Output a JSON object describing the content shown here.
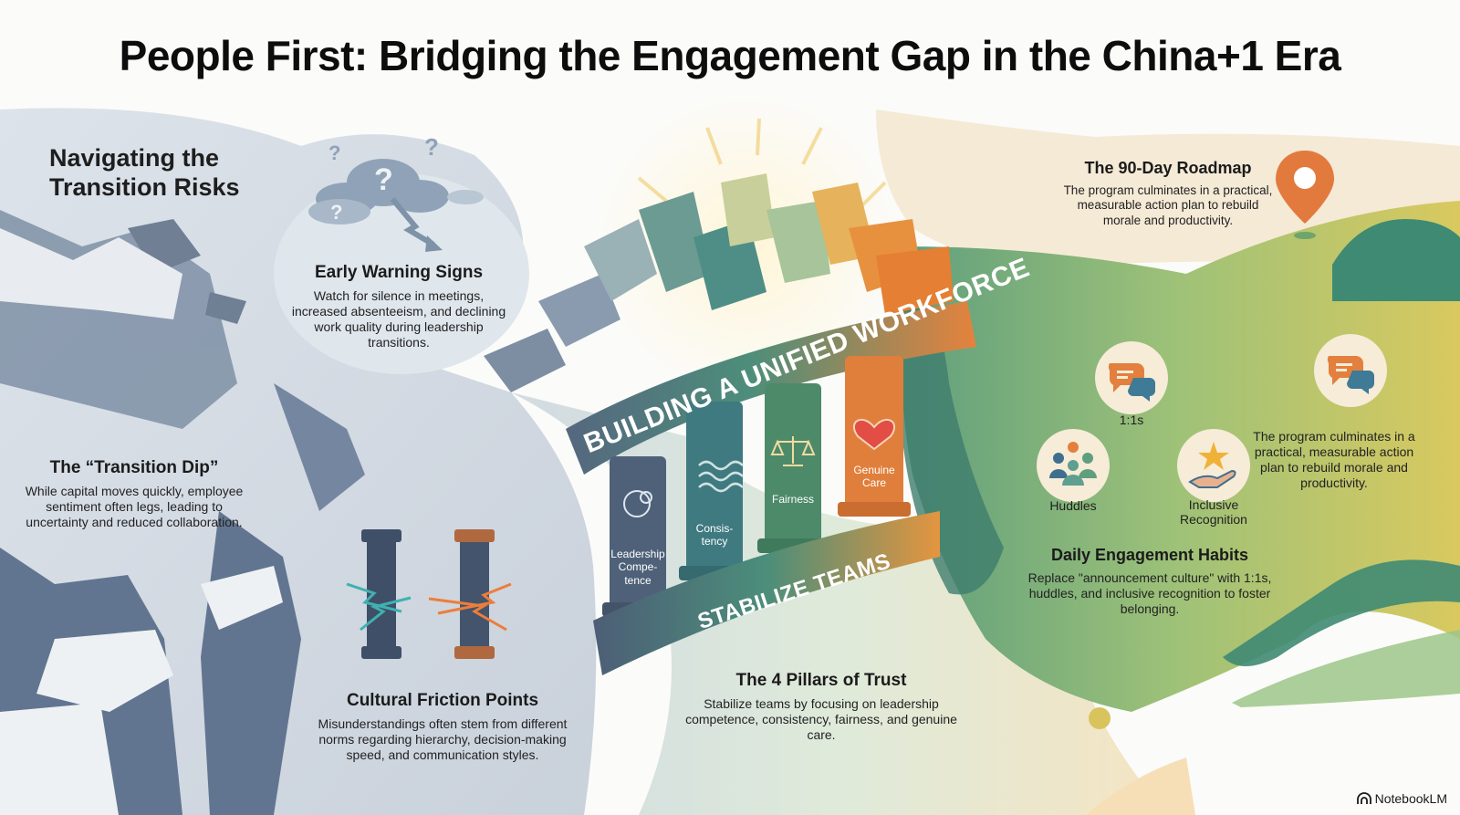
{
  "title": "People First: Bridging the Engagement Gap in the China+1 Era",
  "left_section": {
    "heading": "Navigating the Transition Risks",
    "early_warning": {
      "title": "Early Warning Signs",
      "body": "Watch for silence in meetings, increased absenteeism, and declining work quality during leadership transitions.",
      "icons": [
        "cloud-question-icon",
        "down-trend-arrow-icon"
      ]
    },
    "transition_dip": {
      "title": "The “Transition Dip”",
      "body": "While capital moves quickly, employee sentiment often legs, leading to uncertainty and reduced collaboration."
    },
    "cultural_friction": {
      "title": "Cultural Friction Points",
      "body": "Misunderstandings often stem from different norms regarding hierarchy, decision-making speed, and communication styles.",
      "icons": [
        "clashing-pillars-icon"
      ]
    }
  },
  "center_section": {
    "banner_top": "BUILDING A UNIFIED WORKFORCE",
    "banner_bottom": "STABILIZE TEAMS",
    "pillars": [
      {
        "label": "Leadership Compe-tence",
        "icon": "head-gears-icon",
        "color": "#4e6178"
      },
      {
        "label": "Consis-tency",
        "icon": "waves-icon",
        "color": "#3f7a80"
      },
      {
        "label": "Fairness",
        "icon": "scales-icon",
        "color": "#4d8a6a"
      },
      {
        "label": "Genuine Care",
        "icon": "heart-icon",
        "color": "#e07f3c"
      }
    ],
    "pillars_text": {
      "title": "The 4 Pillars of Trust",
      "body": "Stabilize teams by focusing on leadership competence, consistency, fairness, and genuine care."
    }
  },
  "right_section": {
    "roadmap": {
      "title": "The 90-Day Roadmap",
      "body": "The program culminates in a practical, measurable action plan to rebuild morale and productivity.",
      "icon": "map-pin-icon"
    },
    "habit_icons": [
      {
        "label": "1:1s",
        "icon": "chat-bubbles-icon"
      },
      {
        "label": "Huddles",
        "icon": "group-icon"
      },
      {
        "label": "Inclusive Recognition",
        "icon": "star-hand-icon"
      }
    ],
    "extra_chat_icon": "chat-bubbles-icon",
    "repeat_text": "The program culminates in a practical, measurable action plan to rebuild morale and productivity.",
    "habits": {
      "title": "Daily Engagement Habits",
      "body": "Replace \"announcement culture\" with 1:1s, huddles, and inclusive recognition to foster belonging."
    }
  },
  "brand": "NotebookLM",
  "colors": {
    "slate": "#5c6f88",
    "teal": "#3f7f7c",
    "green": "#7fb27a",
    "orange": "#e3803d",
    "yellow": "#d9c35c",
    "cream": "#f5ead6"
  }
}
